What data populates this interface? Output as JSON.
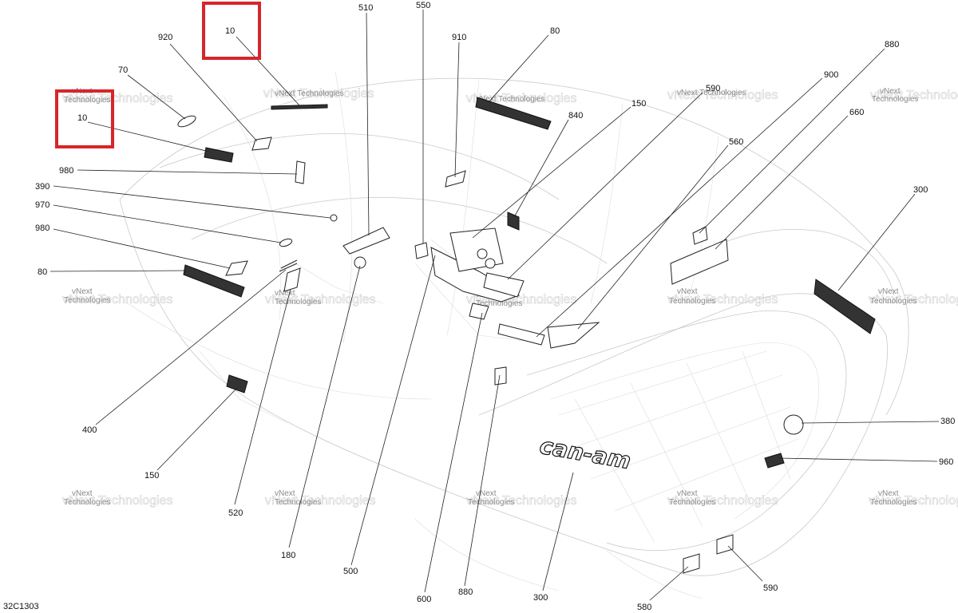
{
  "drawing_code": "32C1303",
  "watermark": {
    "line1": "vNext",
    "line2": "Technologies",
    "full": "vNext Technologies"
  },
  "brand_text": "can-am",
  "callouts": [
    {
      "id": "c-10a",
      "label": "10"
    },
    {
      "id": "c-10b",
      "label": "10"
    },
    {
      "id": "c-920",
      "label": "920"
    },
    {
      "id": "c-70",
      "label": "70"
    },
    {
      "id": "c-980a",
      "label": "980"
    },
    {
      "id": "c-390",
      "label": "390"
    },
    {
      "id": "c-970",
      "label": "970"
    },
    {
      "id": "c-980b",
      "label": "980"
    },
    {
      "id": "c-80a",
      "label": "80"
    },
    {
      "id": "c-400",
      "label": "400"
    },
    {
      "id": "c-150a",
      "label": "150"
    },
    {
      "id": "c-520",
      "label": "520"
    },
    {
      "id": "c-180",
      "label": "180"
    },
    {
      "id": "c-500",
      "label": "500"
    },
    {
      "id": "c-510",
      "label": "510"
    },
    {
      "id": "c-550",
      "label": "550"
    },
    {
      "id": "c-910",
      "label": "910"
    },
    {
      "id": "c-80b",
      "label": "80"
    },
    {
      "id": "c-840",
      "label": "840"
    },
    {
      "id": "c-150b",
      "label": "150"
    },
    {
      "id": "c-590a",
      "label": "590"
    },
    {
      "id": "c-900",
      "label": "900"
    },
    {
      "id": "c-880a",
      "label": "880"
    },
    {
      "id": "c-660",
      "label": "660"
    },
    {
      "id": "c-560",
      "label": "560"
    },
    {
      "id": "c-300a",
      "label": "300"
    },
    {
      "id": "c-380",
      "label": "380"
    },
    {
      "id": "c-960",
      "label": "960"
    },
    {
      "id": "c-590b",
      "label": "590"
    },
    {
      "id": "c-580",
      "label": "580"
    },
    {
      "id": "c-300b",
      "label": "300"
    },
    {
      "id": "c-880b",
      "label": "880"
    },
    {
      "id": "c-600",
      "label": "600"
    }
  ],
  "highlights": [
    {
      "id": "hl-10a",
      "target": "10"
    },
    {
      "id": "hl-10b",
      "target": "10"
    }
  ]
}
